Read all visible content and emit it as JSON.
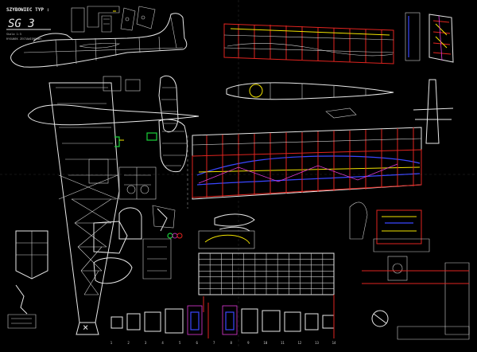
{
  "sheet": {
    "title": "SZYBOWIEC TYP :",
    "model": "SG 3",
    "subtitle_lines": [
      "Skala 1:5",
      "RYSUNEK ZESTAWIENIOWY"
    ],
    "colors": {
      "background": "#000000",
      "linework": "#e8e8e8",
      "red": "#e0241f",
      "yellow": "#f2e300",
      "blue": "#3a46ff",
      "magenta": "#e03ad9",
      "green": "#19d23a"
    }
  },
  "table": {
    "rows": 7,
    "columns": 12
  },
  "section_labels": [
    "1",
    "2",
    "3",
    "4",
    "5",
    "6",
    "7",
    "8",
    "9",
    "10",
    "11",
    "12",
    "13",
    "14"
  ]
}
